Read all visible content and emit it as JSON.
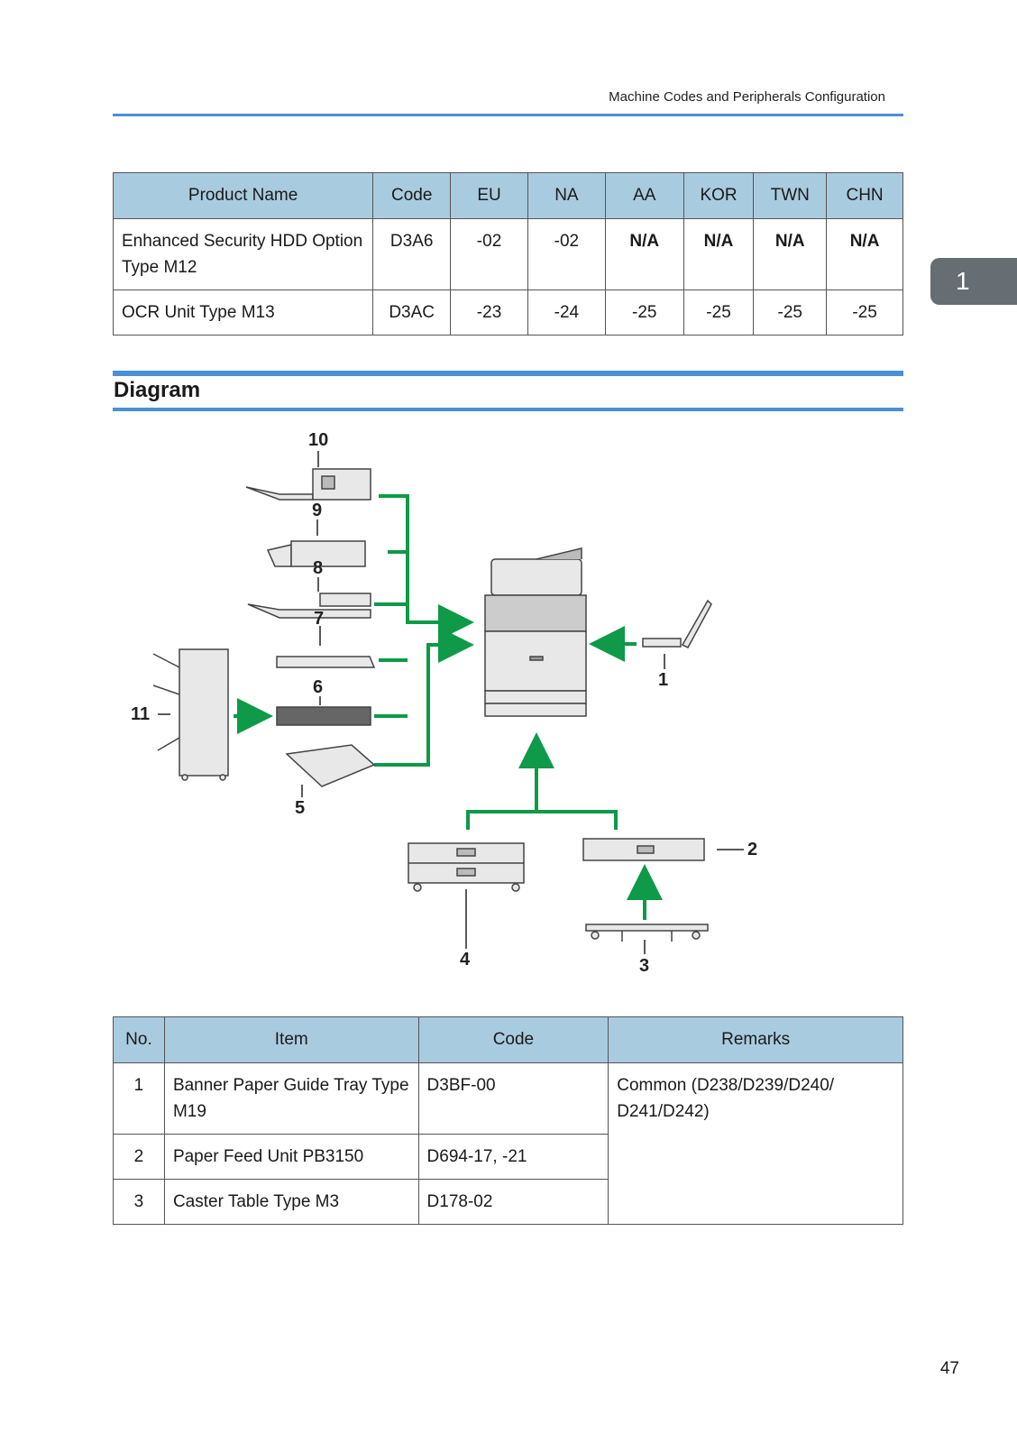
{
  "header": {
    "title": "Machine Codes and Peripherals Configuration"
  },
  "chapter_tab": "1",
  "product_table": {
    "columns": [
      "Product Name",
      "Code",
      "EU",
      "NA",
      "AA",
      "KOR",
      "TWN",
      "CHN"
    ],
    "rows": [
      [
        "Enhanced Security HDD Option Type M12",
        "D3A6",
        "-02",
        "-02",
        "N/A",
        "N/A",
        "N/A",
        "N/A"
      ],
      [
        "OCR Unit Type M13",
        "D3AC",
        "-23",
        "-24",
        "-25",
        "-25",
        "-25",
        "-25"
      ]
    ]
  },
  "section": {
    "title": "Diagram"
  },
  "diagram": {
    "callouts": [
      "1",
      "2",
      "3",
      "4",
      "5",
      "6",
      "7",
      "8",
      "9",
      "10",
      "11"
    ],
    "colors": {
      "arrow": "#0e9a48",
      "unit": "#e8e8e8",
      "outline": "#444444"
    }
  },
  "items_table": {
    "columns": [
      "No.",
      "Item",
      "Code",
      "Remarks"
    ],
    "rows": [
      [
        "1",
        "Banner Paper Guide Tray Type M19",
        "D3BF-00"
      ],
      [
        "2",
        "Paper Feed Unit PB3150",
        "D694-17, -21"
      ],
      [
        "3",
        "Caster Table Type M3",
        "D178-02"
      ]
    ],
    "remarks": "Common (D238/D239/D240/ D241/D242)"
  },
  "page_number": "47"
}
